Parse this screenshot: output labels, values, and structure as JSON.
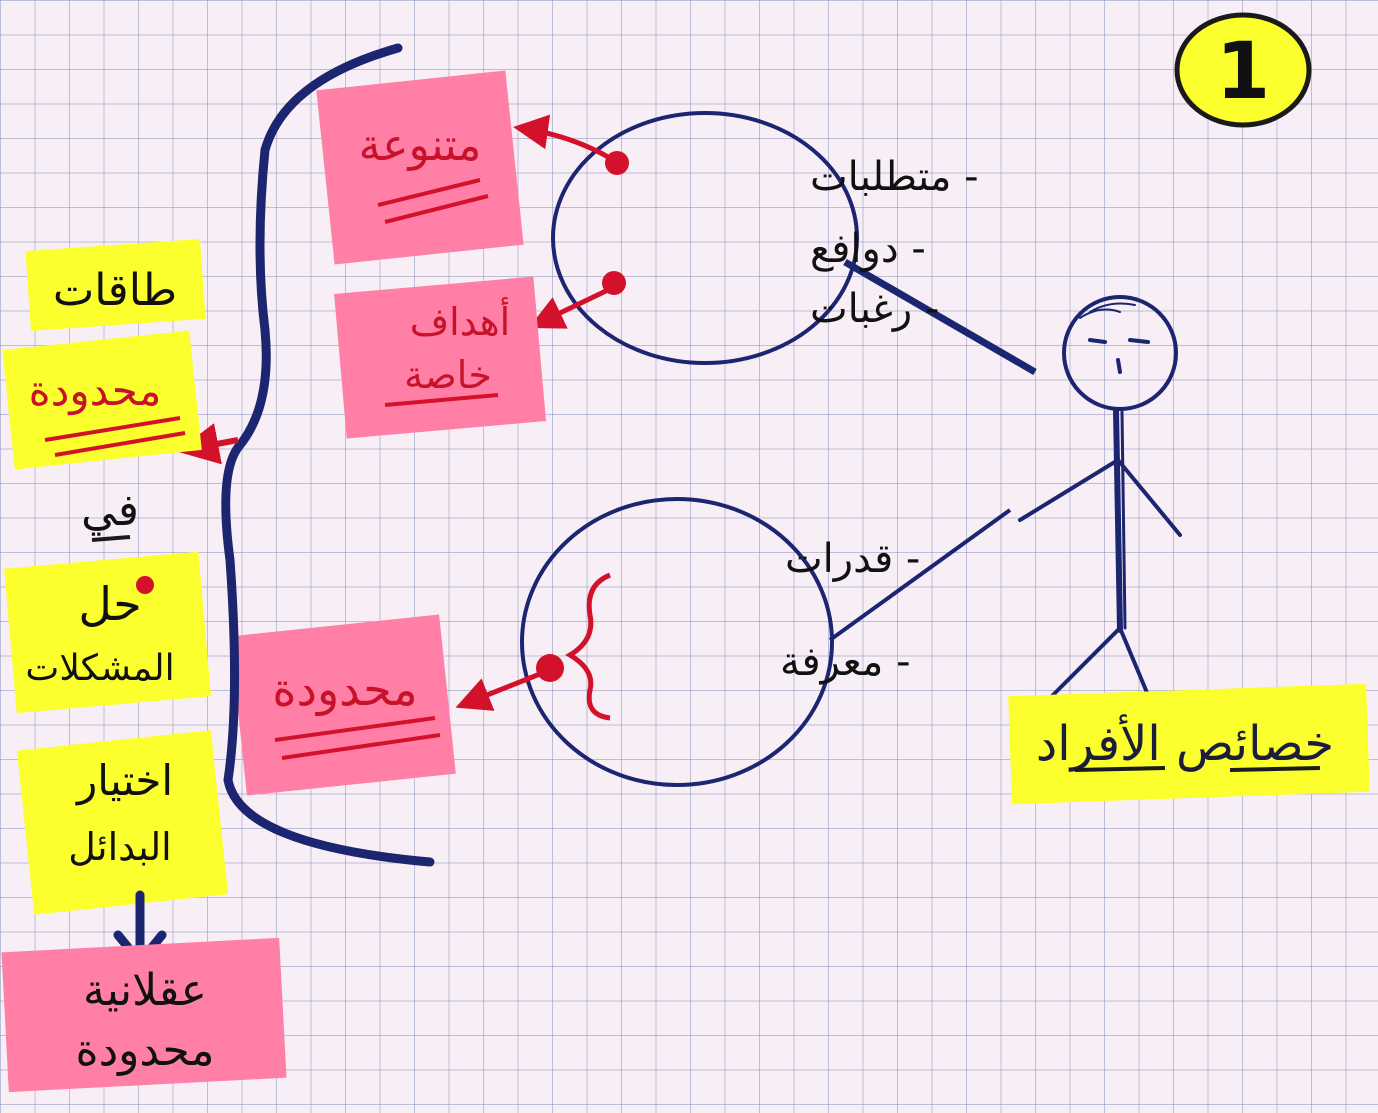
{
  "badge_number": "1",
  "individual_traits_label": "خصائص الأفراد",
  "upper_circle": {
    "items": [
      "- متطلبات",
      "- دوافع",
      "- رغبات"
    ]
  },
  "upper_outputs": {
    "varied": "متنوعة",
    "goals_line1": "أهداف",
    "goals_line2": "خاصة"
  },
  "lower_circle": {
    "items": [
      "- قدرات",
      "- معرفة"
    ]
  },
  "lower_output": "محدودة",
  "left_column": {
    "capacities": "طاقات",
    "limited": "محدودة",
    "in": "في",
    "solve": "حل",
    "problems": "المشكلات",
    "choose": "اختيار",
    "alternatives": "البدائل"
  },
  "conclusion": {
    "line1": "عقلانية",
    "line2": "محدودة"
  },
  "colors": {
    "ink_blue": "#1c2570",
    "ink_red": "#d4112a",
    "highlight_yellow": "#fbff2e",
    "highlight_pink": "#ff7fa6"
  }
}
